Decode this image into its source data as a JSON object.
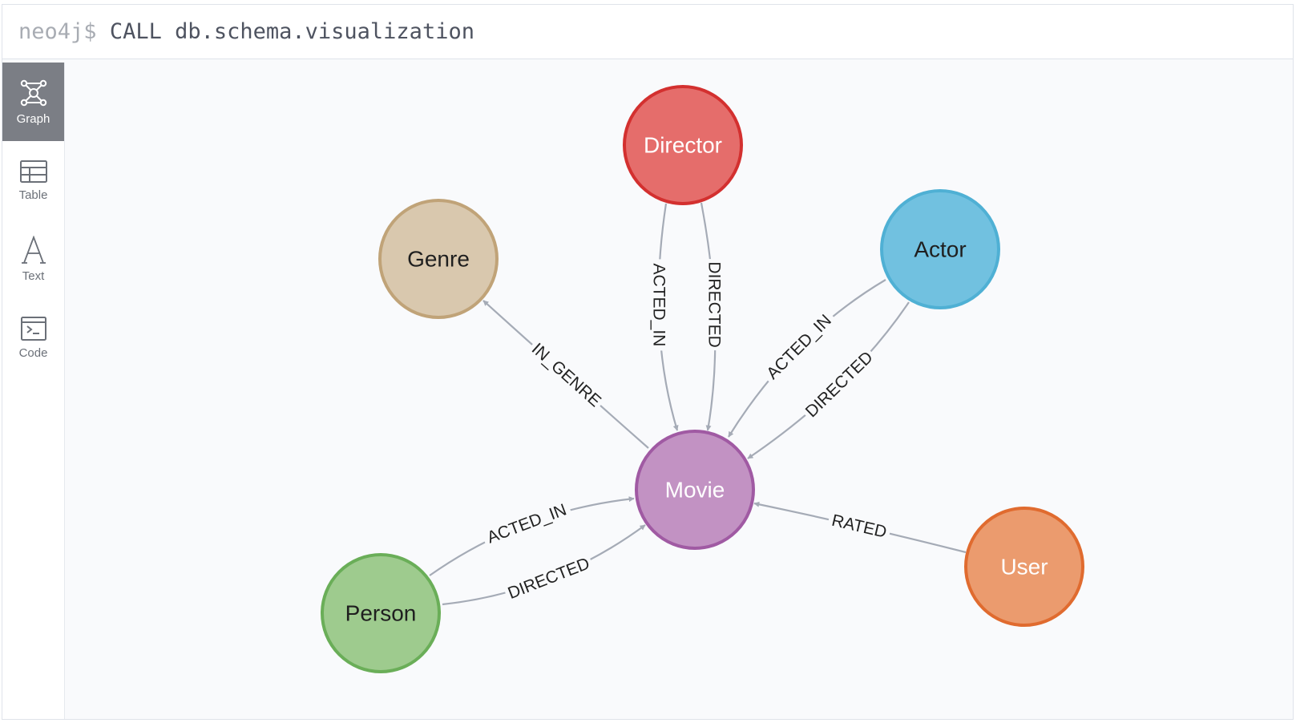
{
  "editor": {
    "prompt": "neo4j$",
    "query": "CALL db.schema.visualization"
  },
  "views": [
    {
      "label": "Graph",
      "icon": "graph-icon",
      "active": true
    },
    {
      "label": "Table",
      "icon": "table-icon",
      "active": false
    },
    {
      "label": "Text",
      "icon": "text-icon",
      "active": false
    },
    {
      "label": "Code",
      "icon": "code-icon",
      "active": false
    }
  ],
  "colors": {
    "edge": "#a5abb6",
    "director": {
      "fill": "#e56d6b",
      "stroke": "#d3302f",
      "text": "#ffffff"
    },
    "genre": {
      "fill": "#d9c8ae",
      "stroke": "#c0a378",
      "text": "#1f1f1f"
    },
    "actor": {
      "fill": "#71c1e0",
      "stroke": "#4fb0d4",
      "text": "#1f1f1f"
    },
    "movie": {
      "fill": "#c292c3",
      "stroke": "#a05aa3",
      "text": "#ffffff"
    },
    "person": {
      "fill": "#9ecb8e",
      "stroke": "#6aae58",
      "text": "#1f1f1f"
    },
    "user": {
      "fill": "#eb9b6e",
      "stroke": "#e06b2f",
      "text": "#ffffff"
    }
  },
  "nodes": [
    {
      "id": "director",
      "label": "Director"
    },
    {
      "id": "genre",
      "label": "Genre"
    },
    {
      "id": "actor",
      "label": "Actor"
    },
    {
      "id": "movie",
      "label": "Movie"
    },
    {
      "id": "person",
      "label": "Person"
    },
    {
      "id": "user",
      "label": "User"
    }
  ],
  "edges": [
    {
      "from": "director",
      "to": "movie",
      "label": "ACTED_IN"
    },
    {
      "from": "director",
      "to": "movie",
      "label": "DIRECTED"
    },
    {
      "from": "movie",
      "to": "genre",
      "label": "IN_GENRE"
    },
    {
      "from": "actor",
      "to": "movie",
      "label": "ACTED_IN"
    },
    {
      "from": "actor",
      "to": "movie",
      "label": "DIRECTED"
    },
    {
      "from": "person",
      "to": "movie",
      "label": "ACTED_IN"
    },
    {
      "from": "person",
      "to": "movie",
      "label": "DIRECTED"
    },
    {
      "from": "user",
      "to": "movie",
      "label": "RATED"
    }
  ]
}
